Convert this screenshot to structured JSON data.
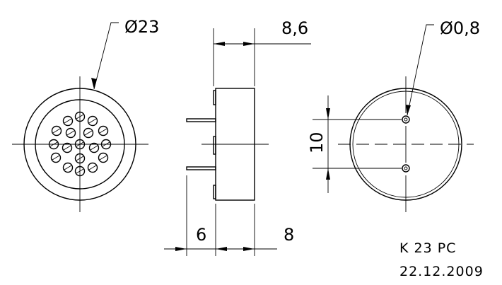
{
  "dimensions": {
    "diameter_body": "Ø23",
    "height": "8,6",
    "pin_length": "6",
    "body_height": "8",
    "pin_spacing": "10",
    "pin_diameter": "Ø0,8"
  },
  "title_block": {
    "part_number": "K 23 PC",
    "date": "22.12.2009"
  }
}
